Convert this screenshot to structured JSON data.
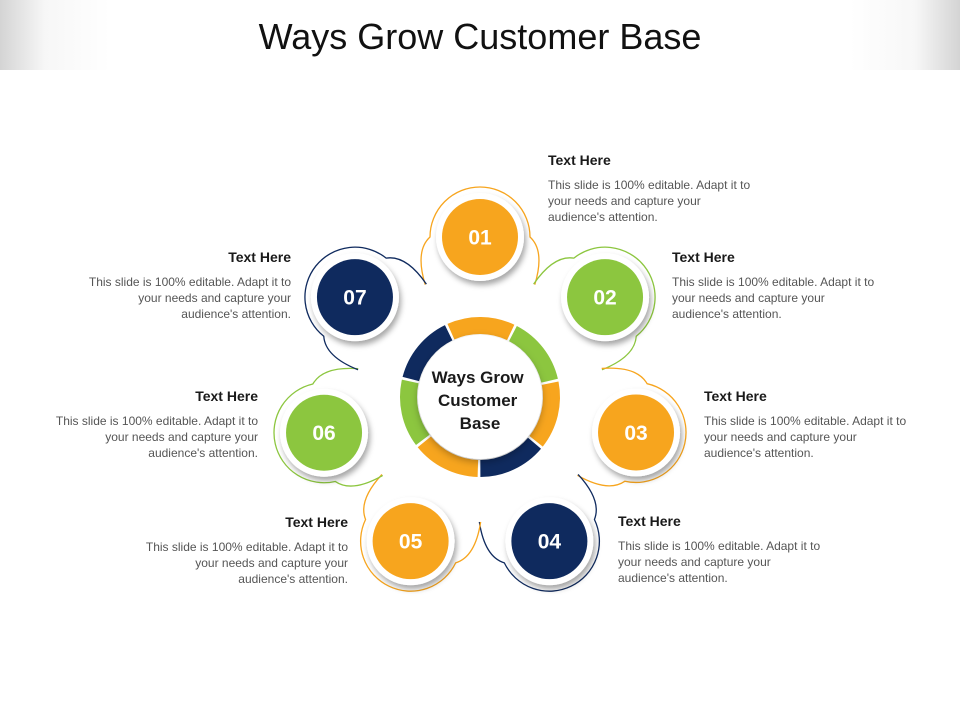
{
  "title": "Ways Grow Customer Base",
  "center": {
    "lines": [
      "Ways Grow",
      "Customer",
      "Base"
    ]
  },
  "colors": {
    "orange": "#f7a51e",
    "green": "#8cc63f",
    "navy": "#0f2a5e"
  },
  "steps": [
    {
      "number": "01",
      "color": "orange",
      "heading": "Text Here",
      "body": "This slide is 100% editable. Adapt it to your needs and capture your audience's attention."
    },
    {
      "number": "02",
      "color": "green",
      "heading": "Text Here",
      "body": "This slide is 100% editable. Adapt it to your needs and capture your audience's attention."
    },
    {
      "number": "03",
      "color": "orange",
      "heading": "Text Here",
      "body": "This slide is 100% editable. Adapt it to your needs and capture your audience's attention."
    },
    {
      "number": "04",
      "color": "navy",
      "heading": "Text Here",
      "body": "This slide is 100% editable. Adapt it to your needs and capture your audience's attention."
    },
    {
      "number": "05",
      "color": "orange",
      "heading": "Text Here",
      "body": "This slide is 100% editable. Adapt it to your needs and capture your audience's attention."
    },
    {
      "number": "06",
      "color": "green",
      "heading": "Text Here",
      "body": "This slide is 100% editable. Adapt it to your needs and capture your audience's attention."
    },
    {
      "number": "07",
      "color": "navy",
      "heading": "Text Here",
      "body": "This slide is 100% editable. Adapt it to your needs and capture your audience's attention."
    }
  ],
  "ring_segments": [
    "orange",
    "green",
    "orange",
    "navy",
    "orange",
    "green",
    "navy"
  ]
}
